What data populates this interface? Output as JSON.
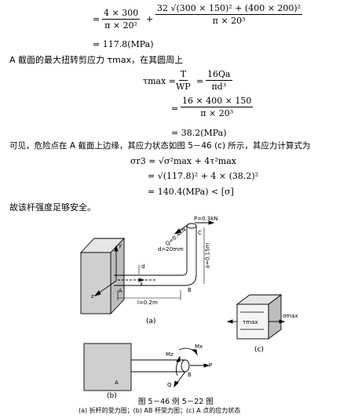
{
  "eq1": {
    "eq_sign": "=",
    "frac1_num": "4 × 300",
    "frac1_den": "π × 20²",
    "plus": "+",
    "frac2_num": "32 √(300 × 150)² + (400 × 200)²",
    "frac2_den": "π × 20³",
    "result": "= 117.8(MPa)"
  },
  "text1": "A 截面的最大扭转剪应力 τmax，在其圆周上",
  "eq2": {
    "lhs": "τmax =",
    "frac1_num": "T",
    "frac1_den": "WP",
    "eq_mid": "=",
    "frac2_num": "16Qa",
    "frac2_den": "πd³",
    "eq_sign2": "=",
    "frac3_num": "16 × 400 × 150",
    "frac3_den": "π × 20³",
    "result": "= 38.2(MPa)"
  },
  "text2": "可见，危险点在 A 截面上边缘，其应力状态如图 5－46 (c) 所示，其应力计算式为",
  "eq3": {
    "lhs": "σr3 = √σ²max + 4τ²max",
    "line2": "= √(117.8)² + 4 × (38.2)²",
    "line3": "= 140.4(MPa) < [σ]"
  },
  "text3": "故该杆强度足够安全。",
  "figure": {
    "labels": {
      "y": "y",
      "z": "z",
      "x": "x",
      "A_a": "A",
      "B_a": "B",
      "C": "C",
      "d": "d",
      "d_dim": "d=20mm",
      "Q_dim": "Q=0.4kN",
      "P_dim": "P=0.3kN",
      "a_dim": "a=0.15m",
      "l_dim": "l=0.2m",
      "sub_a": "(a)",
      "A_b": "A",
      "B_b": "B",
      "Mx": "Mx",
      "Mz": "Mz",
      "P_b": "P",
      "Q_b": "Q",
      "sub_b": "(b)",
      "tau": "τmax",
      "sigma": "σmax",
      "sub_c": "(c)"
    },
    "title": "图 5－46   例 5－22 图",
    "caption": "(a) 折杆的受力图；(b) AB 杆受力图；(c) A 点的应力状态"
  }
}
